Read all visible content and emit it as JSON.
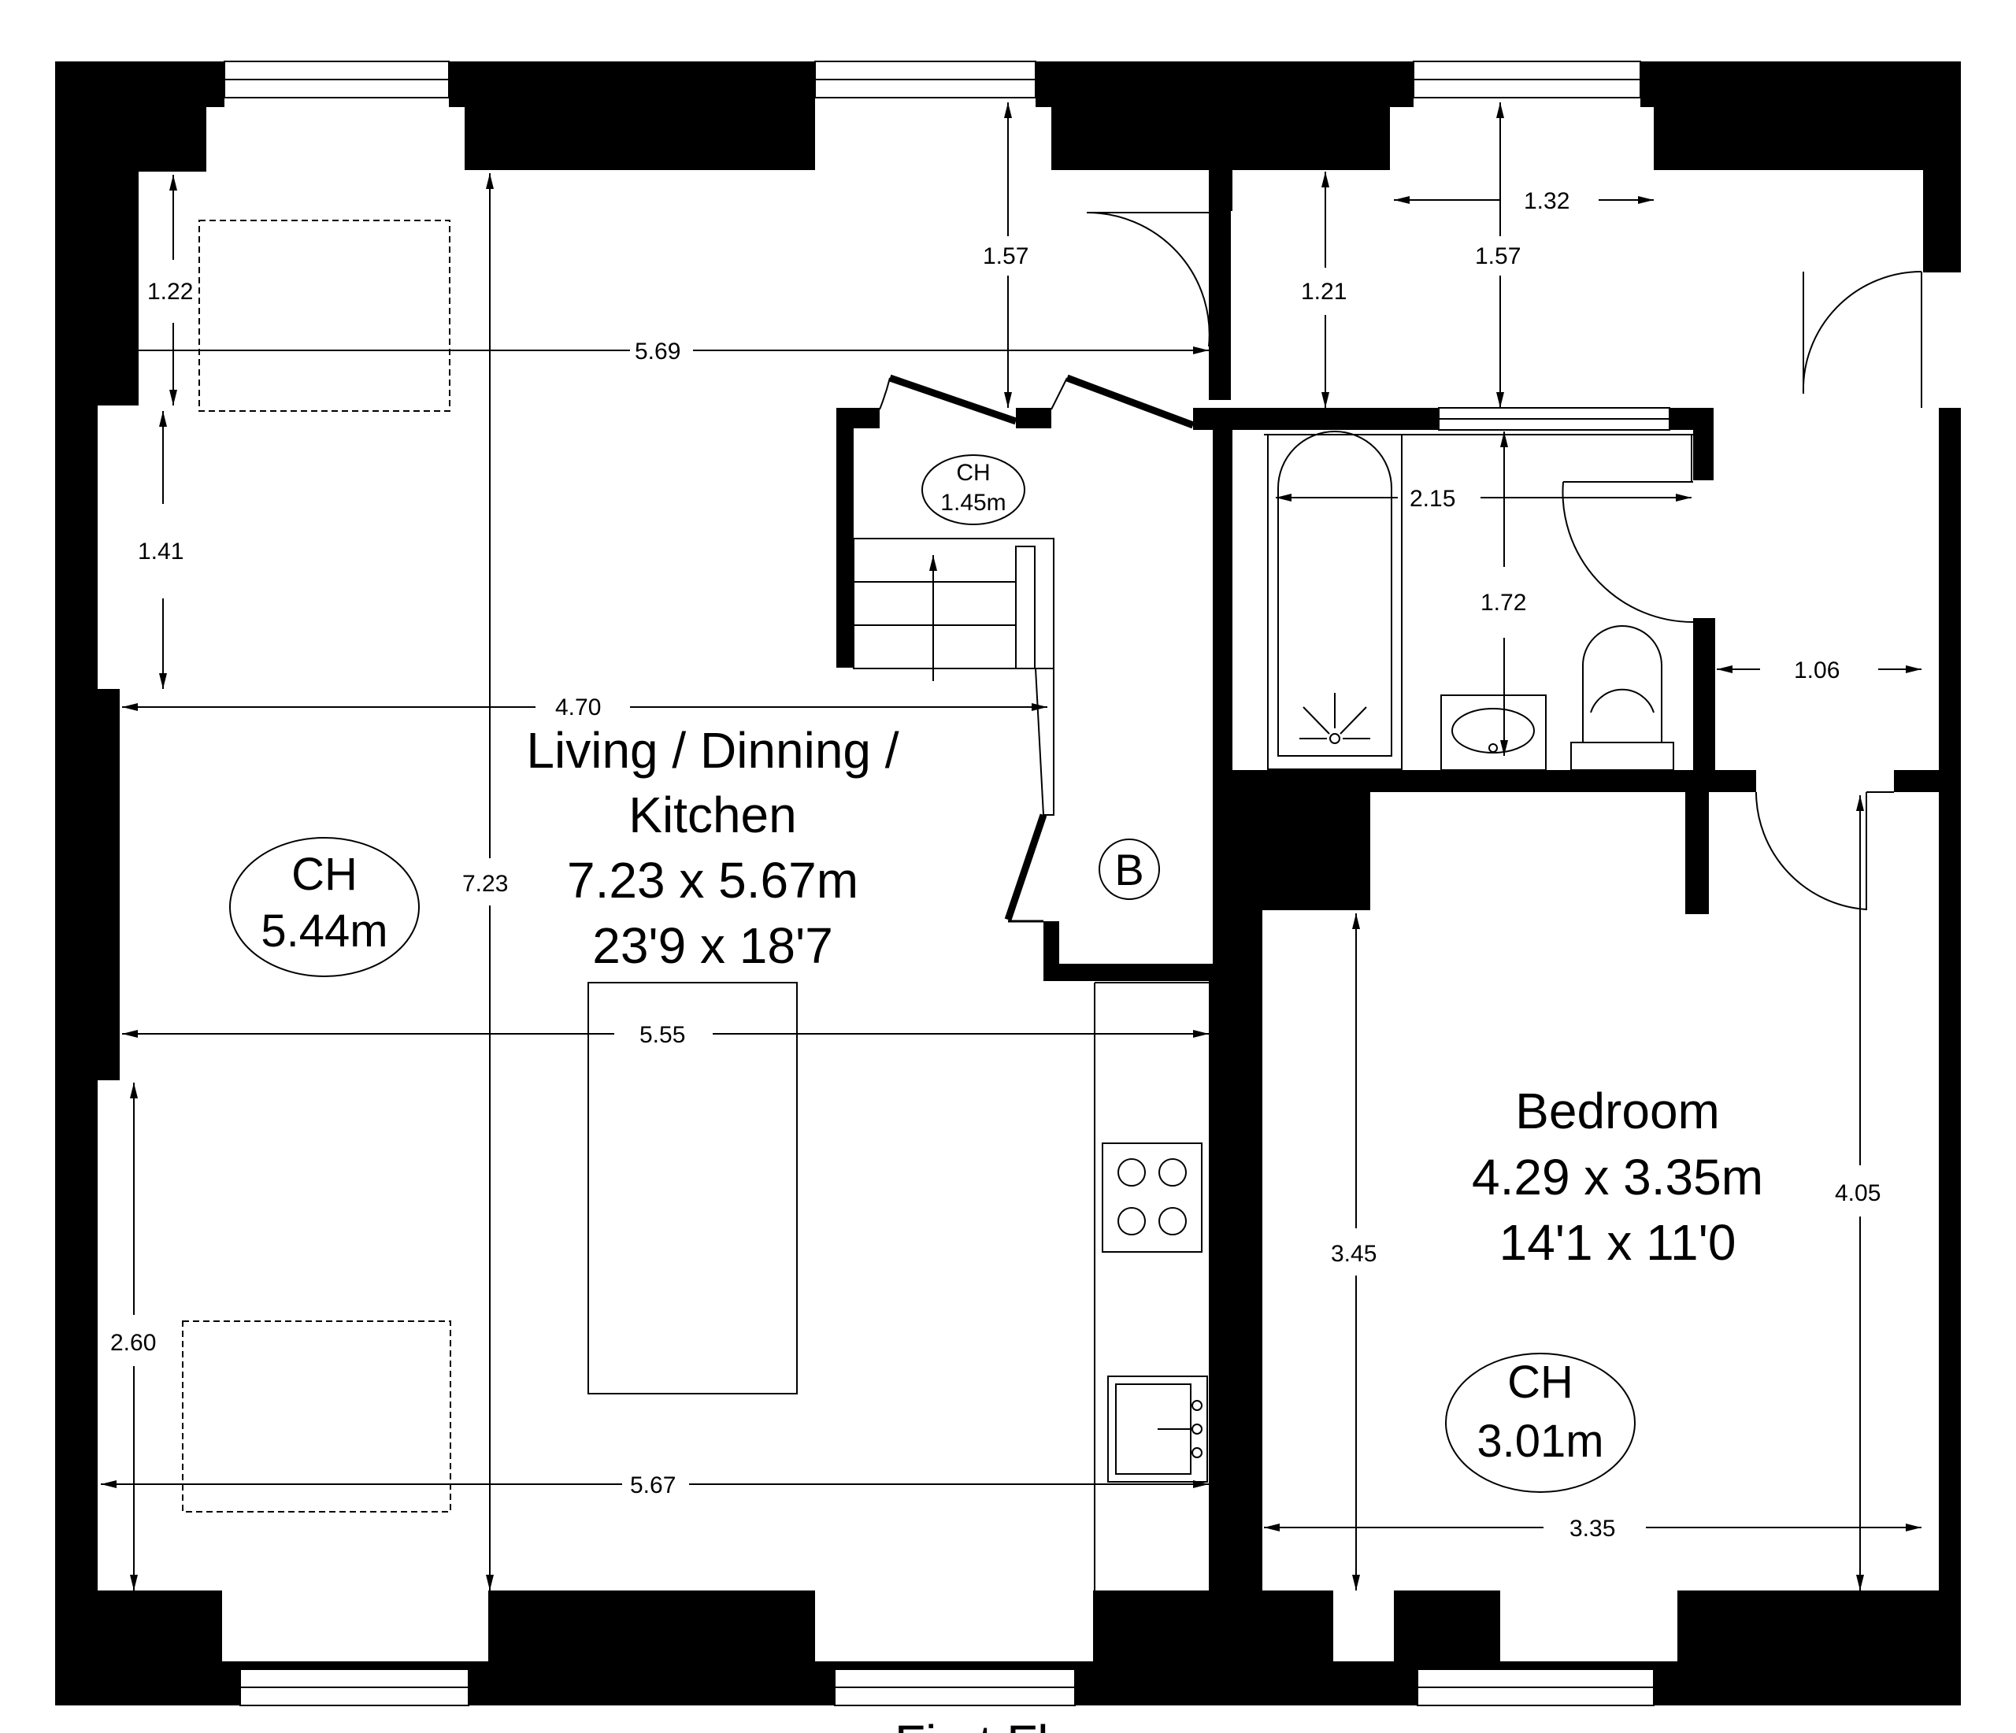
{
  "floor": {
    "label": "First Floor"
  },
  "rooms": {
    "living": {
      "name_line1": "Living / Dinning /",
      "name_line2": "Kitchen",
      "size_metric": "7.23 x 5.67m",
      "size_imperial": "23'9 x 18'7"
    },
    "bedroom": {
      "name": "Bedroom",
      "size_metric": "4.29 x 3.35m",
      "size_imperial": "14'1 x 11'0"
    }
  },
  "ceiling_heights": {
    "living": {
      "label": "CH",
      "value": "5.44m"
    },
    "stair": {
      "label": "CH",
      "value": "1.45m"
    },
    "bedroom": {
      "label": "CH",
      "value": "3.01m"
    }
  },
  "boiler": {
    "label": "B"
  },
  "dimensions": {
    "d_122": "1.22",
    "d_569": "5.69",
    "d_157a": "1.57",
    "d_121": "1.21",
    "d_157b": "1.57",
    "d_132": "1.32",
    "d_141": "1.41",
    "d_215": "2.15",
    "d_172": "1.72",
    "d_106": "1.06",
    "d_470": "4.70",
    "d_723": "7.23",
    "d_555": "5.55",
    "d_260": "2.60",
    "d_567": "5.67",
    "d_345": "3.45",
    "d_405": "4.05",
    "d_335": "3.35"
  }
}
